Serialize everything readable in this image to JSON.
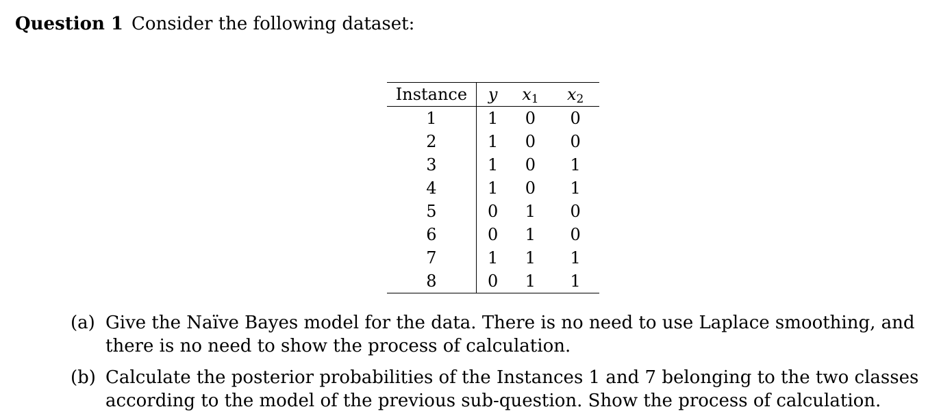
{
  "question": {
    "label": "Question 1",
    "text": "Consider the following dataset:"
  },
  "table": {
    "headers": {
      "instance": "Instance",
      "y": "y",
      "x1_base": "x",
      "x1_sub": "1",
      "x2_base": "x",
      "x2_sub": "2"
    },
    "rows": [
      {
        "instance": "1",
        "y": "1",
        "x1": "0",
        "x2": "0"
      },
      {
        "instance": "2",
        "y": "1",
        "x1": "0",
        "x2": "0"
      },
      {
        "instance": "3",
        "y": "1",
        "x1": "0",
        "x2": "1"
      },
      {
        "instance": "4",
        "y": "1",
        "x1": "0",
        "x2": "1"
      },
      {
        "instance": "5",
        "y": "0",
        "x1": "1",
        "x2": "0"
      },
      {
        "instance": "6",
        "y": "0",
        "x1": "1",
        "x2": "0"
      },
      {
        "instance": "7",
        "y": "1",
        "x1": "1",
        "x2": "1"
      },
      {
        "instance": "8",
        "y": "0",
        "x1": "1",
        "x2": "1"
      }
    ]
  },
  "subquestions": {
    "a": {
      "marker": "(a)",
      "text": "Give the Naïve Bayes model for the data. There is no need to use Laplace smoothing, and there is no need to show the process of calculation."
    },
    "b": {
      "marker": "(b)",
      "text": "Calculate the posterior probabilities of the Instances 1 and 7 belonging to the two classes according to the model of the previous sub-question. Show the process of calculation."
    }
  }
}
